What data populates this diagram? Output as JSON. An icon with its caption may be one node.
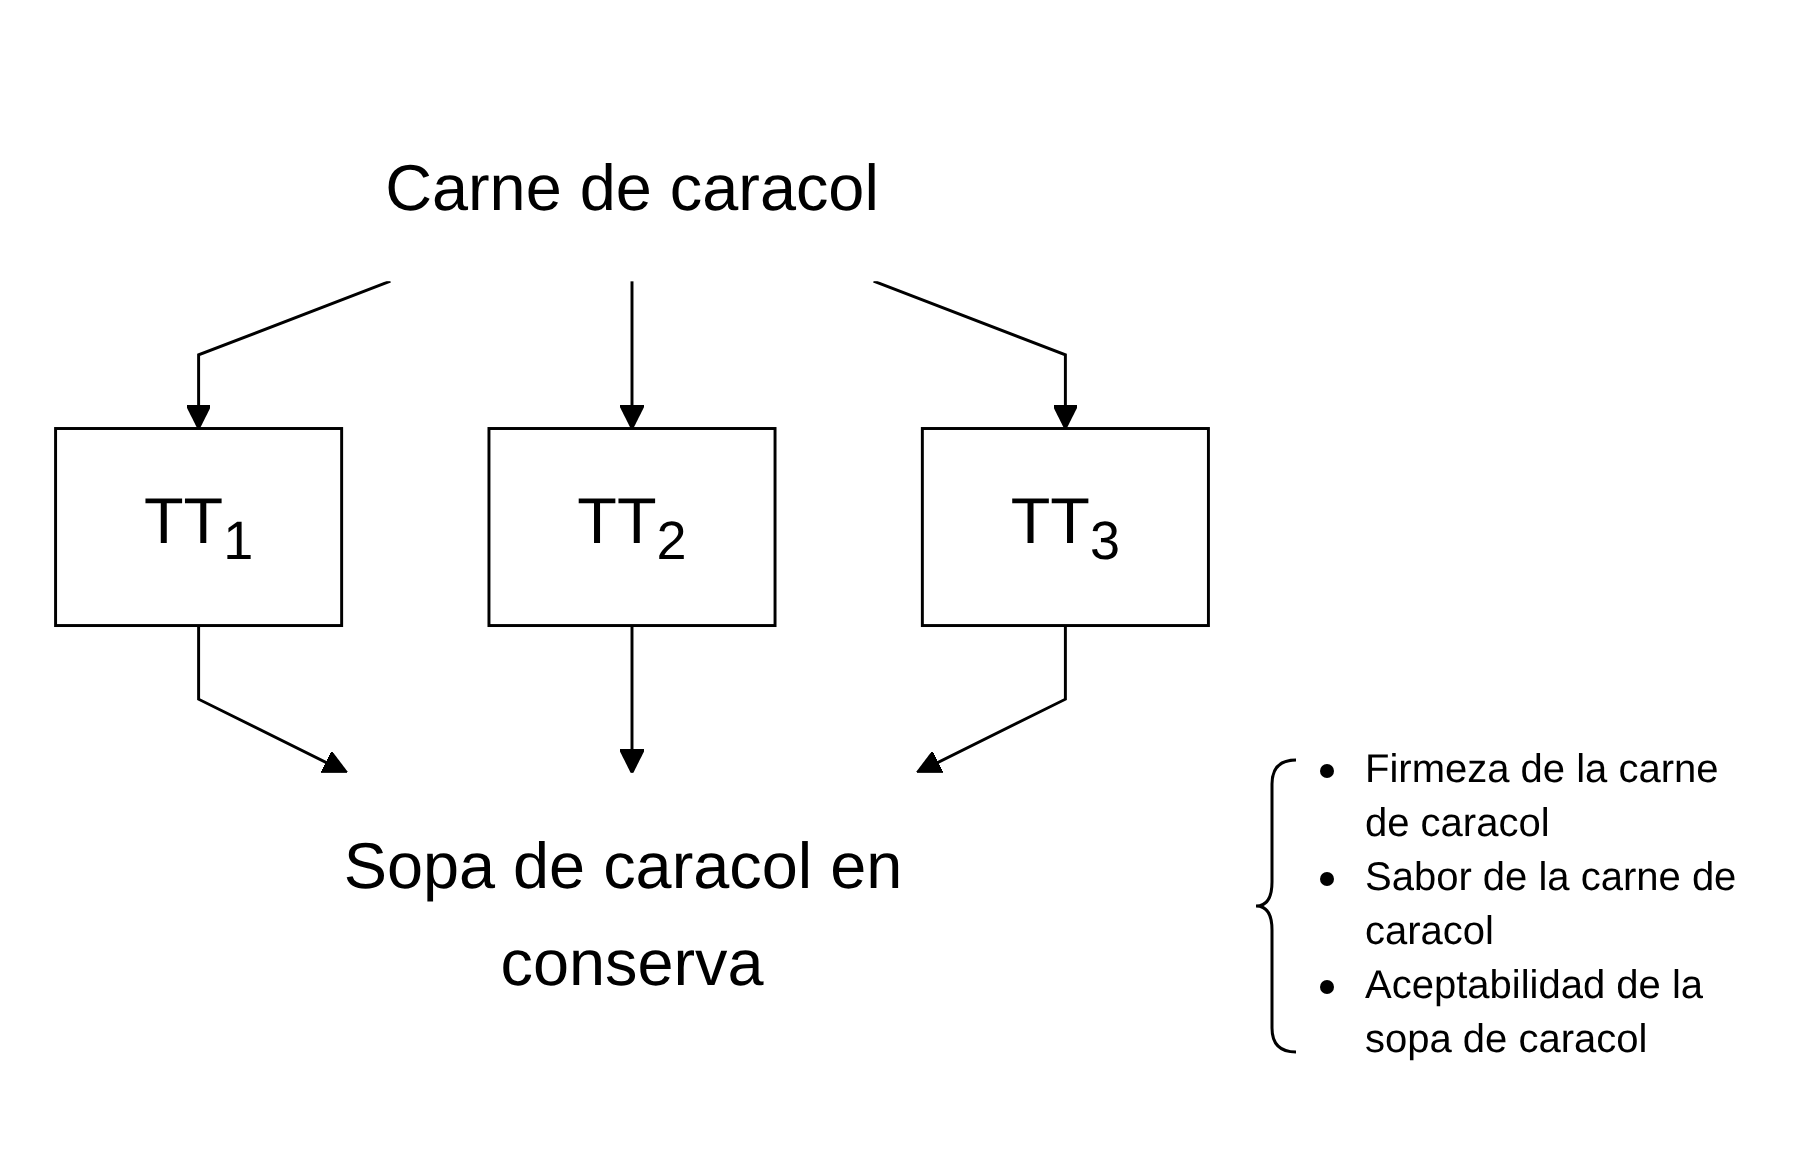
{
  "diagram": {
    "nodes": [
      {
        "text": [
          "Carne de caracol"
        ]
      },
      {
        "text": [
          "TT$_{1}$"
        ]
      },
      {
        "text": [
          "TT$_{2}$"
        ]
      },
      {
        "text": [
          "TT$_{3}$"
        ]
      },
      {
        "text": [
          "Sopa de caracol en conserva"
        ]
      }
    ],
    "edges": [
      {
        "from": 0,
        "to": 1,
        "arrow": "to"
      },
      {
        "from": 0,
        "to": 2,
        "arrow": "to"
      },
      {
        "from": 0,
        "to": 3,
        "arrow": "to"
      },
      {
        "from": 1,
        "to": 4,
        "arrow": "to"
      },
      {
        "from": 2,
        "to": 4,
        "arrow": "to"
      },
      {
        "from": 3,
        "to": 4,
        "arrow": "to"
      }
    ],
    "labels": [
      "Firmeza de la carne de caracol",
      "Sabor de la carne de caracol",
      "Aceptabilidad de la sopa de caracol"
    ]
  }
}
